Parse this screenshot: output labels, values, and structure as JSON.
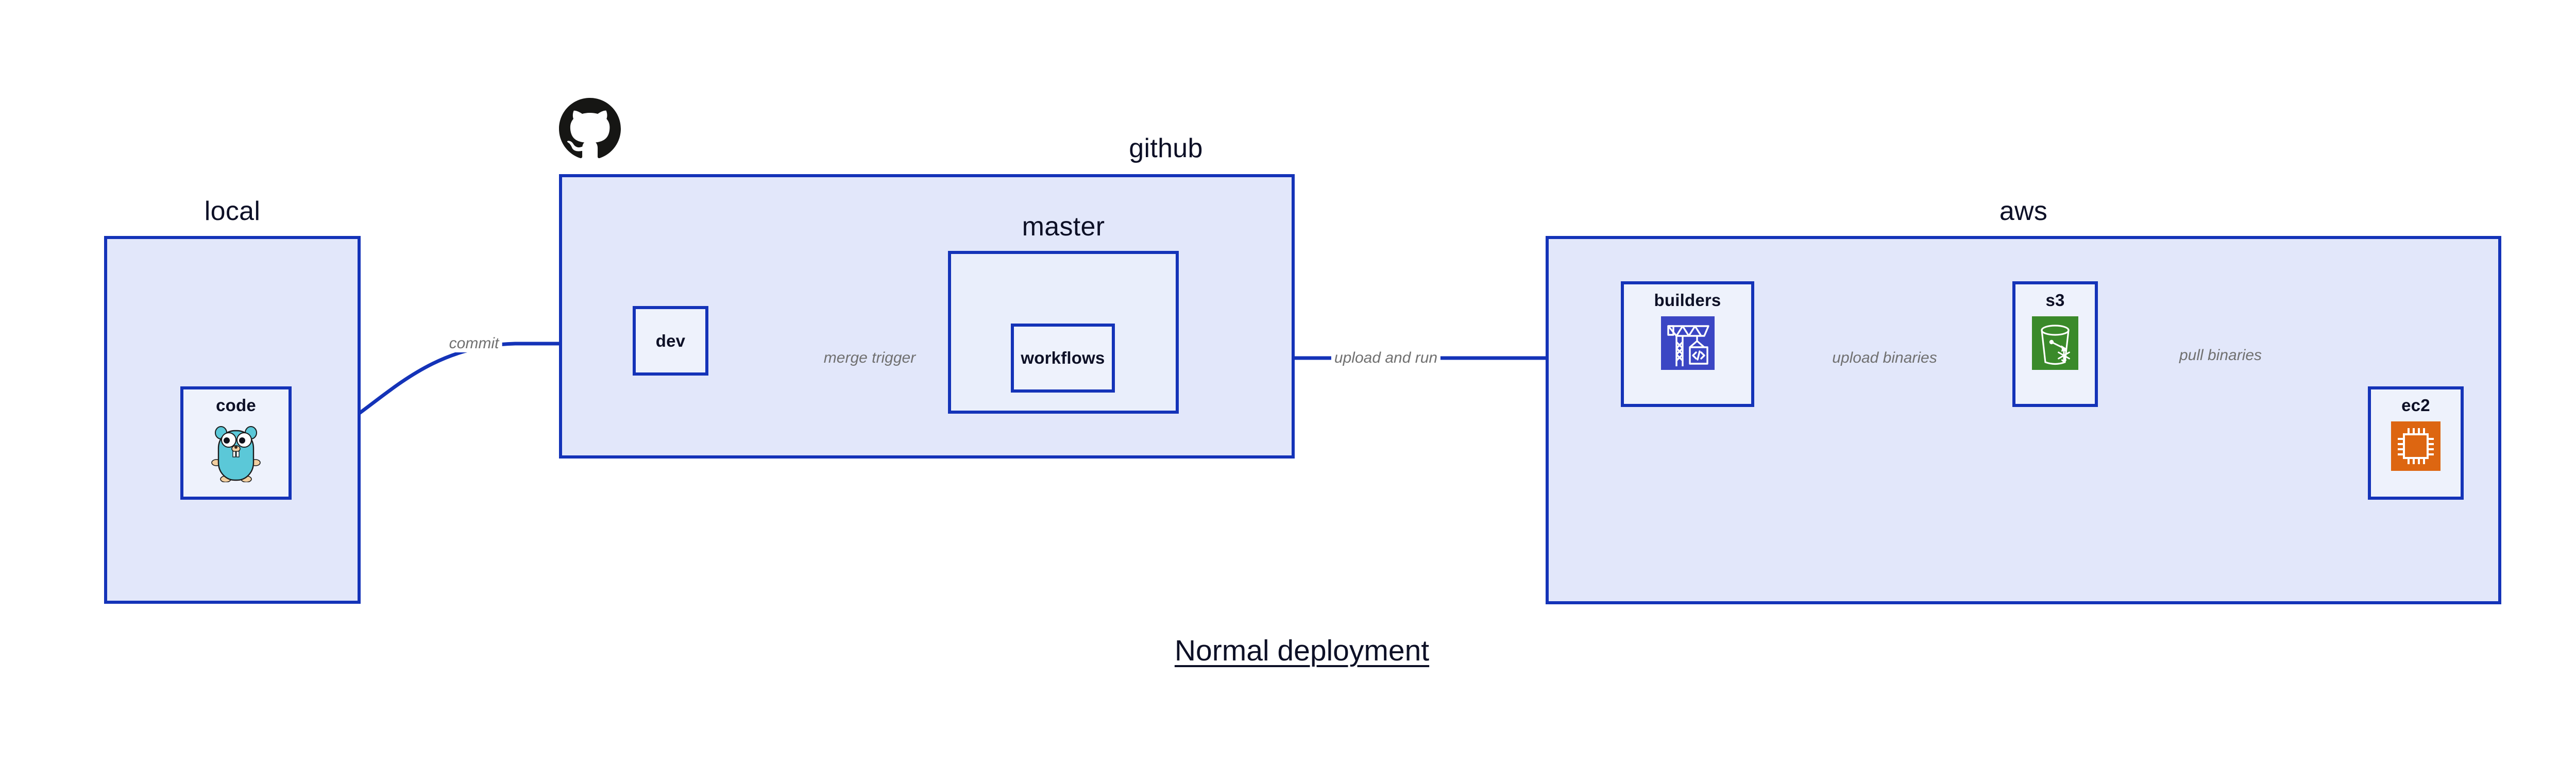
{
  "title": "Normal deployment",
  "colors": {
    "group_fill": "#e2e7fa",
    "group_inner_fill": "#e9eefb",
    "node_fill": "#eef2fc",
    "stroke": "#1433b8",
    "text": "#0d1026",
    "edge_label": "#707070",
    "builders_icon": "#3b46c4",
    "s3_icon": "#3a8a2a",
    "ec2_icon": "#dd6611",
    "gopher_body": "#5bc8d8",
    "octocat": "#161614"
  },
  "groups": {
    "local": {
      "label": "local"
    },
    "github": {
      "label": "github"
    },
    "master": {
      "label": "master"
    },
    "aws": {
      "label": "aws"
    }
  },
  "nodes": {
    "code": {
      "label": "code",
      "icon": "go-gopher-icon"
    },
    "dev": {
      "label": "dev",
      "icon": ""
    },
    "workflows": {
      "label": "workflows",
      "icon": ""
    },
    "builders": {
      "label": "builders",
      "icon": "crane-code-icon"
    },
    "s3": {
      "label": "s3",
      "icon": "s3-bucket-icon"
    },
    "ec2": {
      "label": "ec2",
      "icon": "cpu-chip-icon"
    }
  },
  "edges": [
    {
      "id": "commit",
      "label": "commit",
      "from": "code",
      "to": "dev"
    },
    {
      "id": "merge-trigger",
      "label": "merge trigger",
      "from": "dev",
      "to": "workflows"
    },
    {
      "id": "upload-and-run",
      "label": "upload and run",
      "from": "workflows",
      "to": "builders"
    },
    {
      "id": "upload-binaries",
      "label": "upload binaries",
      "from": "builders",
      "to": "s3"
    },
    {
      "id": "pull-binaries",
      "label": "pull binaries",
      "from": "s3",
      "to": "ec2"
    }
  ],
  "logos": {
    "github": "github-octocat-logo"
  }
}
